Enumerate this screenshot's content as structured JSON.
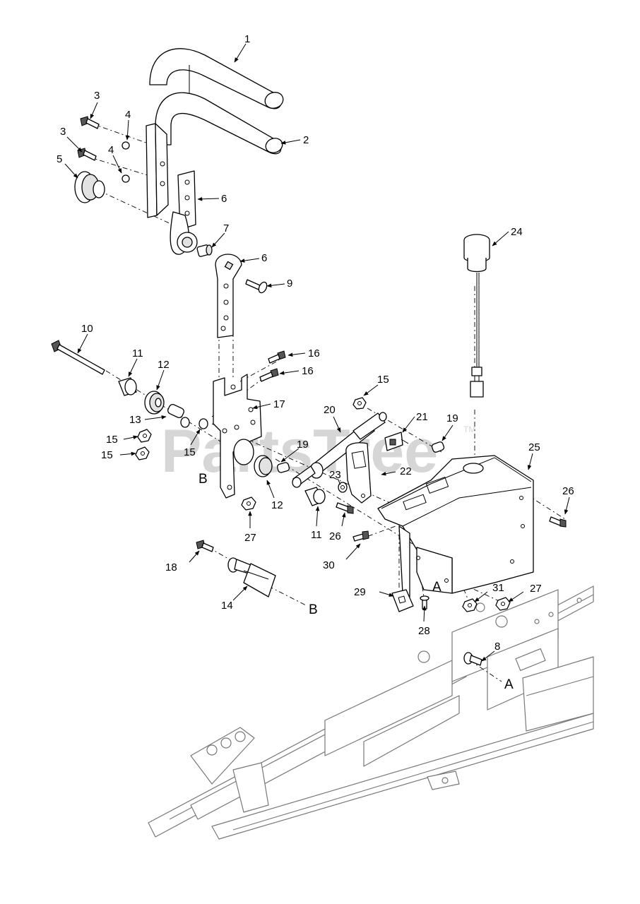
{
  "watermark": {
    "text": "PartsTree",
    "trademark": "TM"
  },
  "callouts": [
    "1",
    "2",
    "3",
    "3",
    "4",
    "4",
    "5",
    "6",
    "6",
    "7",
    "9",
    "10",
    "11",
    "11",
    "12",
    "12",
    "13",
    "14",
    "15",
    "15",
    "15",
    "15",
    "15",
    "16",
    "16",
    "17",
    "18",
    "19",
    "19",
    "20",
    "21",
    "22",
    "23",
    "24",
    "25",
    "26",
    "26",
    "27",
    "27",
    "28",
    "29",
    "30",
    "31",
    "8"
  ],
  "reference_letters": [
    "A",
    "A",
    "B",
    "B"
  ]
}
